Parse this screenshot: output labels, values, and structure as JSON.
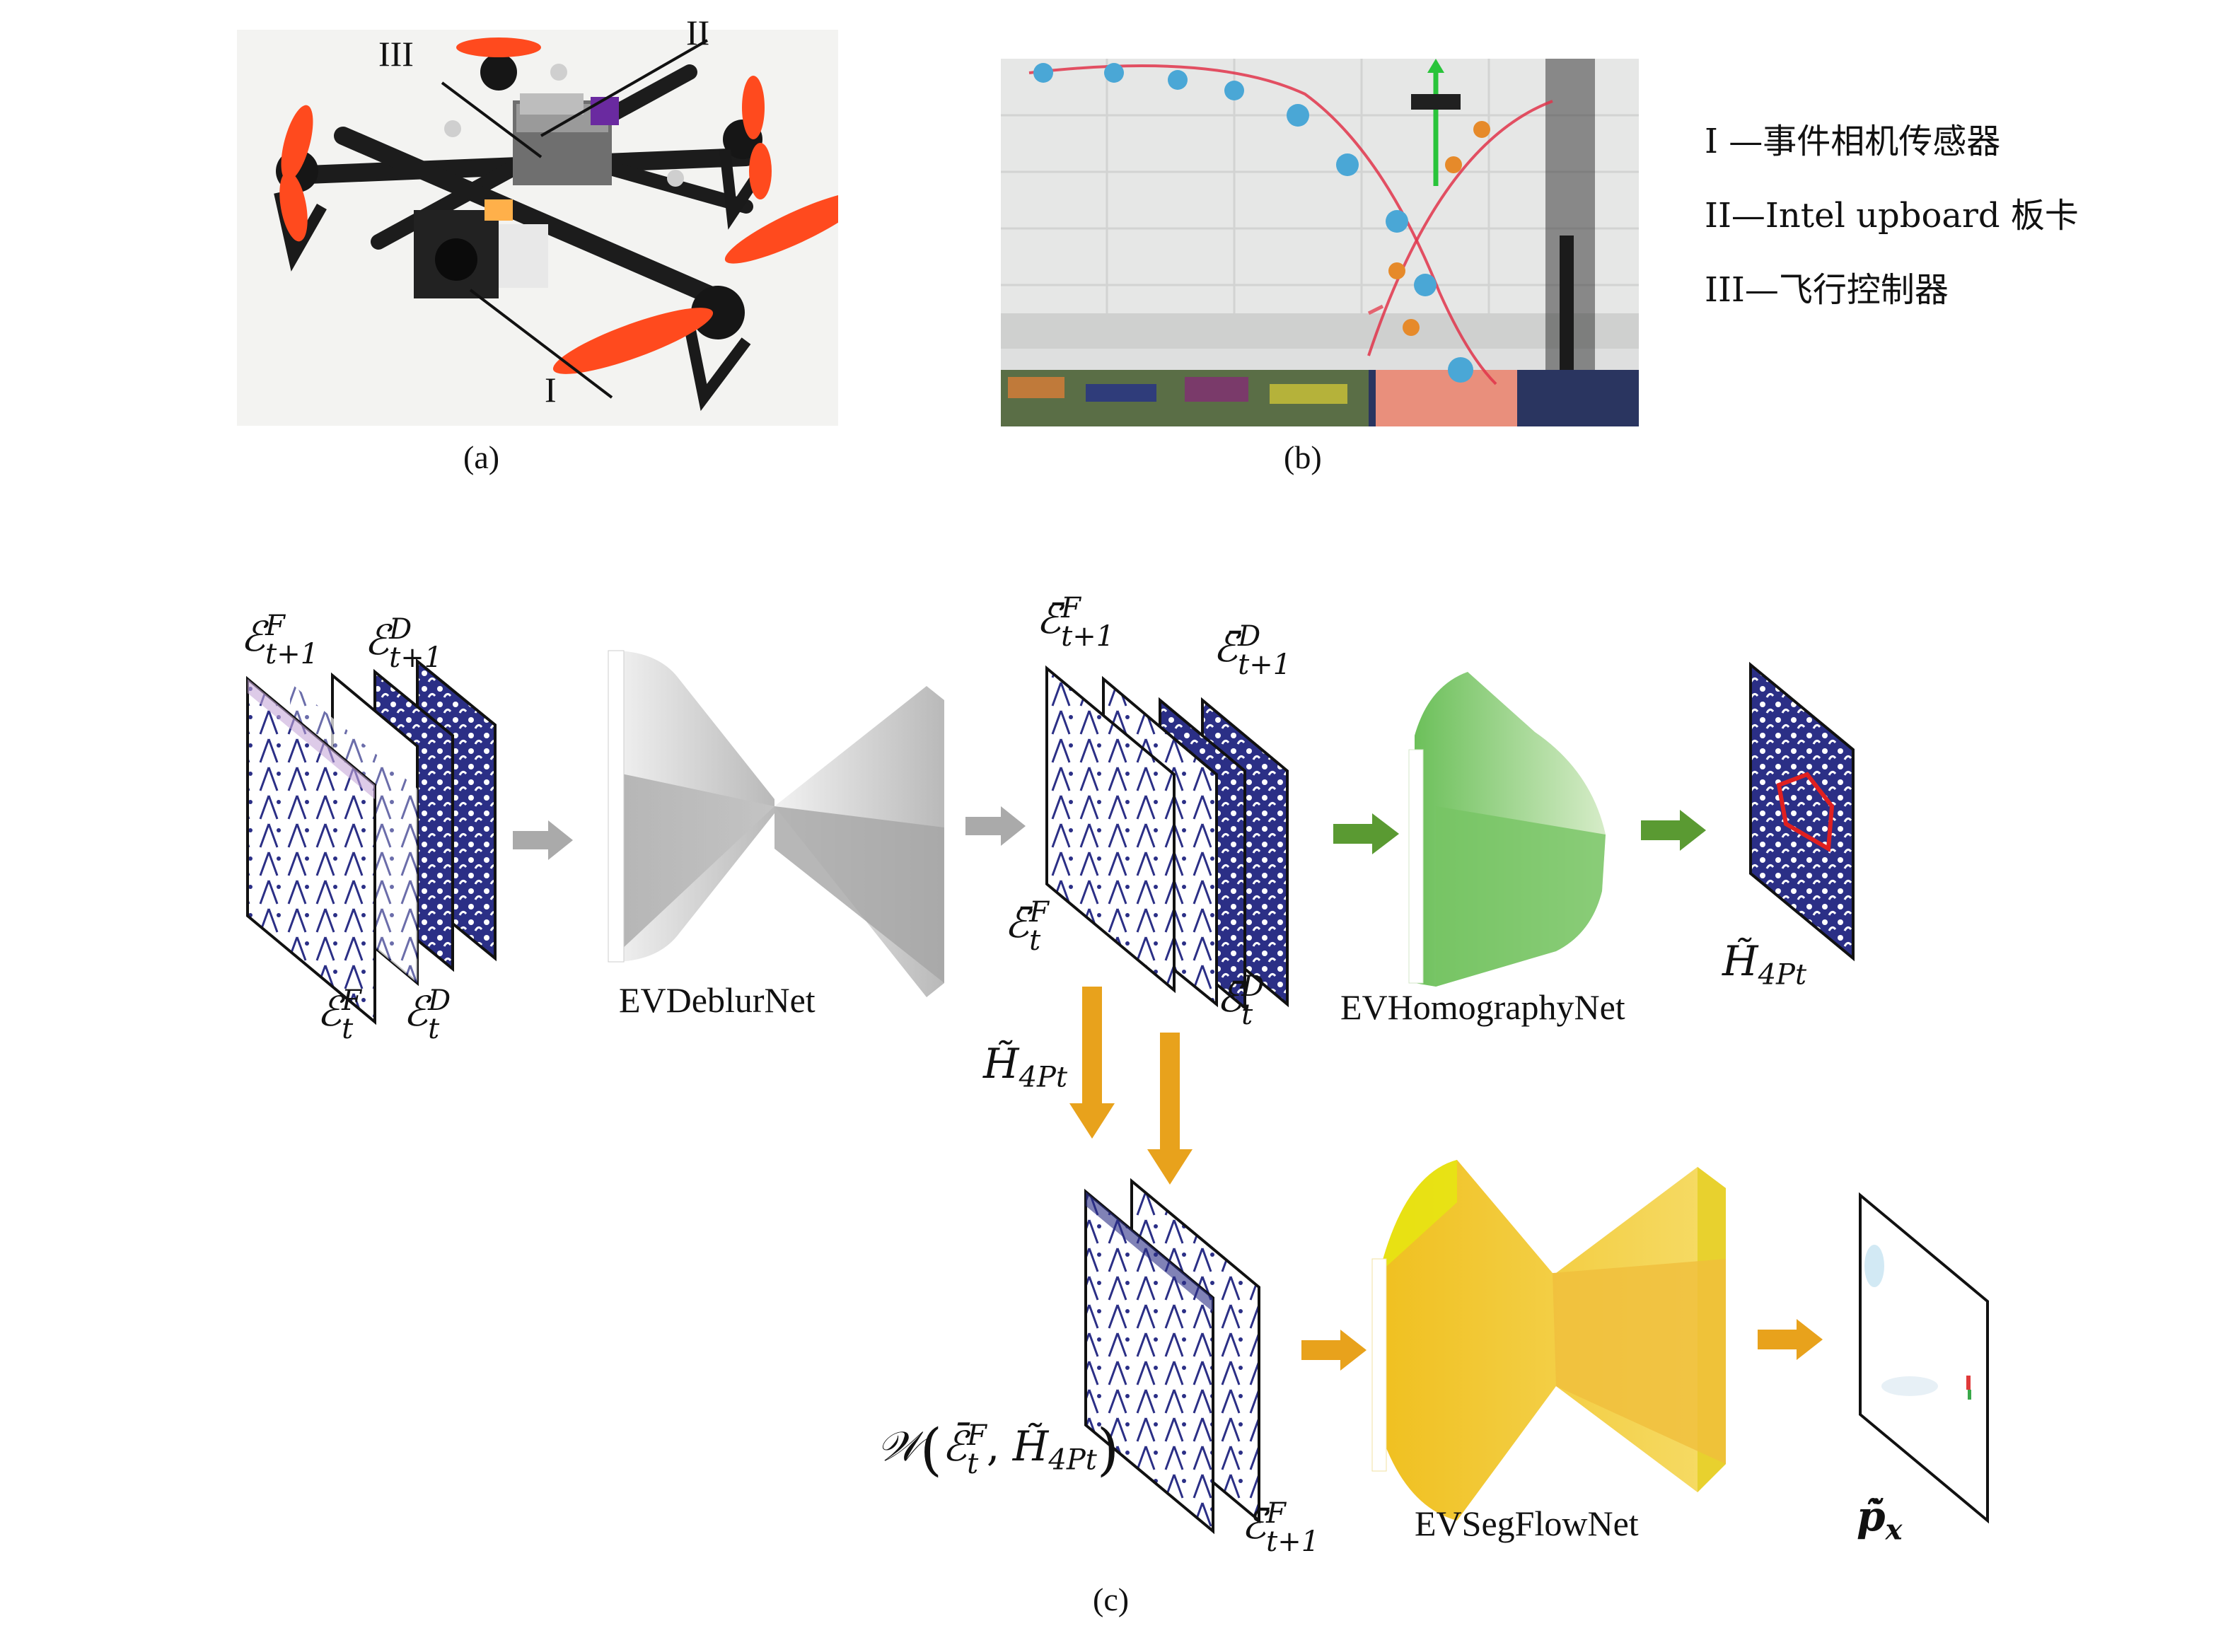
{
  "panel_a": {
    "caption": "(a)",
    "callouts": [
      "I",
      "II",
      "III"
    ]
  },
  "panel_b": {
    "caption": "(b)"
  },
  "legend": {
    "items": [
      "I —事件相机传感器",
      "II—Intel upboard 板卡",
      "III—飞行控制器"
    ]
  },
  "panel_c": {
    "caption": "(c)",
    "networks": {
      "deblur": "EVDeblurNet",
      "homography": "EVHomographyNet",
      "segflow": "EVSegFlowNet"
    },
    "math_labels": {
      "E_F_t1": "ℰ",
      "E_D_t1": "ℰ",
      "E_F_t": "ℰ",
      "E_D_t": "ℰ",
      "Ebar_F_t1_top": "ℰ̄",
      "Ebar_D_t1": "ℰ̄",
      "Ebar_F_t": "ℰ̄",
      "Ebar_D_t": "ℰ̄",
      "H_out": "H̃",
      "H_input": "H̃",
      "warp": "𝒲",
      "Ebar_F_t1_bottom": "ℰ̄",
      "p_x": "p̃̇"
    }
  },
  "colors": {
    "gray_arrow": "#aaaaaa",
    "green_arrow": "#5a9a32",
    "orange_arrow": "#e8a21c",
    "event_blue": "#2b2f86",
    "homography_box": "#e02020"
  }
}
